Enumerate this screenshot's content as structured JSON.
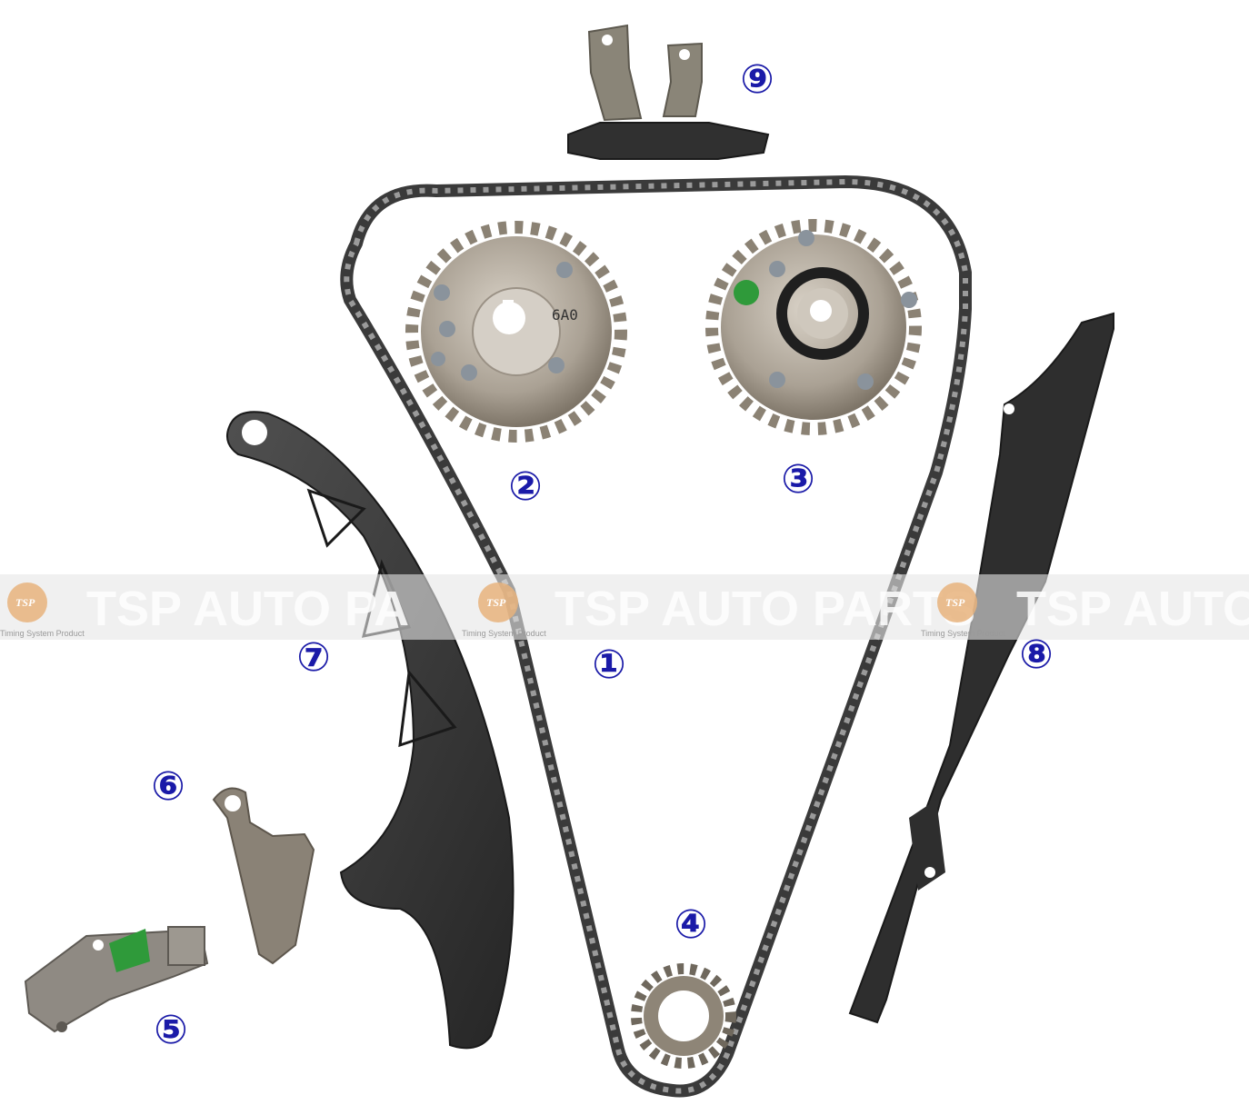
{
  "watermark": {
    "brand": "TSP AUTO PARTS",
    "brand_cut": "TSP AUTO PA",
    "brand_edge": "TSP AUTO P",
    "logo": "TSP",
    "tagline": "Timing System Product"
  },
  "parts": [
    {
      "number": "①",
      "name": "timing-chain"
    },
    {
      "number": "②",
      "name": "intake-cam-sprocket"
    },
    {
      "number": "③",
      "name": "exhaust-cam-sprocket"
    },
    {
      "number": "④",
      "name": "crankshaft-sprocket"
    },
    {
      "number": "⑤",
      "name": "chain-tensioner"
    },
    {
      "number": "⑥",
      "name": "oil-nozzle-bracket"
    },
    {
      "number": "⑦",
      "name": "tensioner-guide-rail"
    },
    {
      "number": "⑧",
      "name": "fixed-guide-rail"
    },
    {
      "number": "⑨",
      "name": "upper-chain-guide"
    }
  ],
  "sprocket_stamp": "6A0",
  "colors": {
    "label": "#1a1aa8",
    "chain": "#4a4a4a",
    "plastic": "#3c3c3c",
    "metal": "#a59a8c",
    "accent": "#2f9a3a"
  }
}
